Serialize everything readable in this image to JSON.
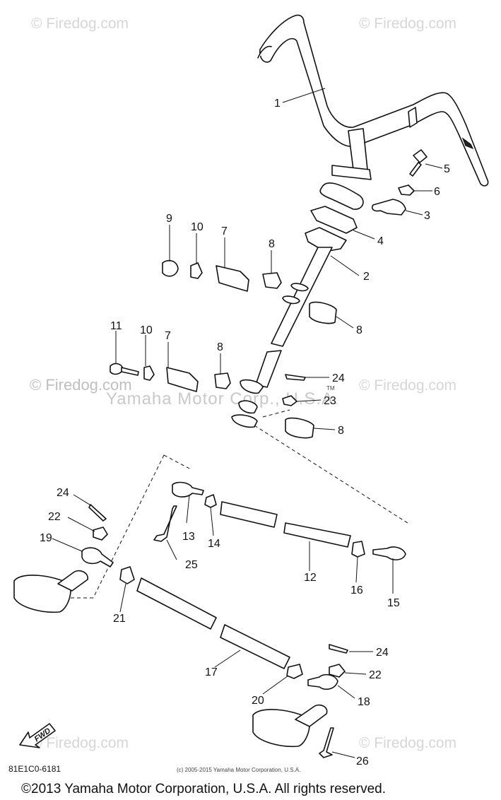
{
  "watermarks": {
    "top_left": "© Firedog.com",
    "top_right": "© Firedog.com",
    "middle_left": "© Firedog.com",
    "middle_right": "© Firedog.com",
    "center_brand": "Yamaha Motor Corp., U.S.A.",
    "center_tm": "TM",
    "bottom_left": "© Firedog.com",
    "bottom_right": "© Firedog.com"
  },
  "callouts": {
    "c1": "1",
    "c2": "2",
    "c3": "3",
    "c4": "4",
    "c5": "5",
    "c6": "6",
    "c7a": "7",
    "c7b": "7",
    "c8a": "8",
    "c8b": "8",
    "c8c": "8",
    "c8d": "8",
    "c9": "9",
    "c10a": "10",
    "c10b": "10",
    "c11": "11",
    "c12": "12",
    "c13": "13",
    "c14": "14",
    "c15": "15",
    "c16": "16",
    "c17": "17",
    "c18": "18",
    "c19": "19",
    "c20": "20",
    "c21": "21",
    "c22a": "22",
    "c22b": "22",
    "c23": "23",
    "c24a": "24",
    "c24b": "24",
    "c24c": "24",
    "c25": "25",
    "c26": "26"
  },
  "fwd_label": "FWD",
  "diagram_code": "81E1C0-6181",
  "fine_print": "(c) 2005-2015 Yamaha Motor Corporation, U.S.A.",
  "footer_copyright": "©2013 Yamaha Motor Corporation, U.S.A. All rights reserved."
}
